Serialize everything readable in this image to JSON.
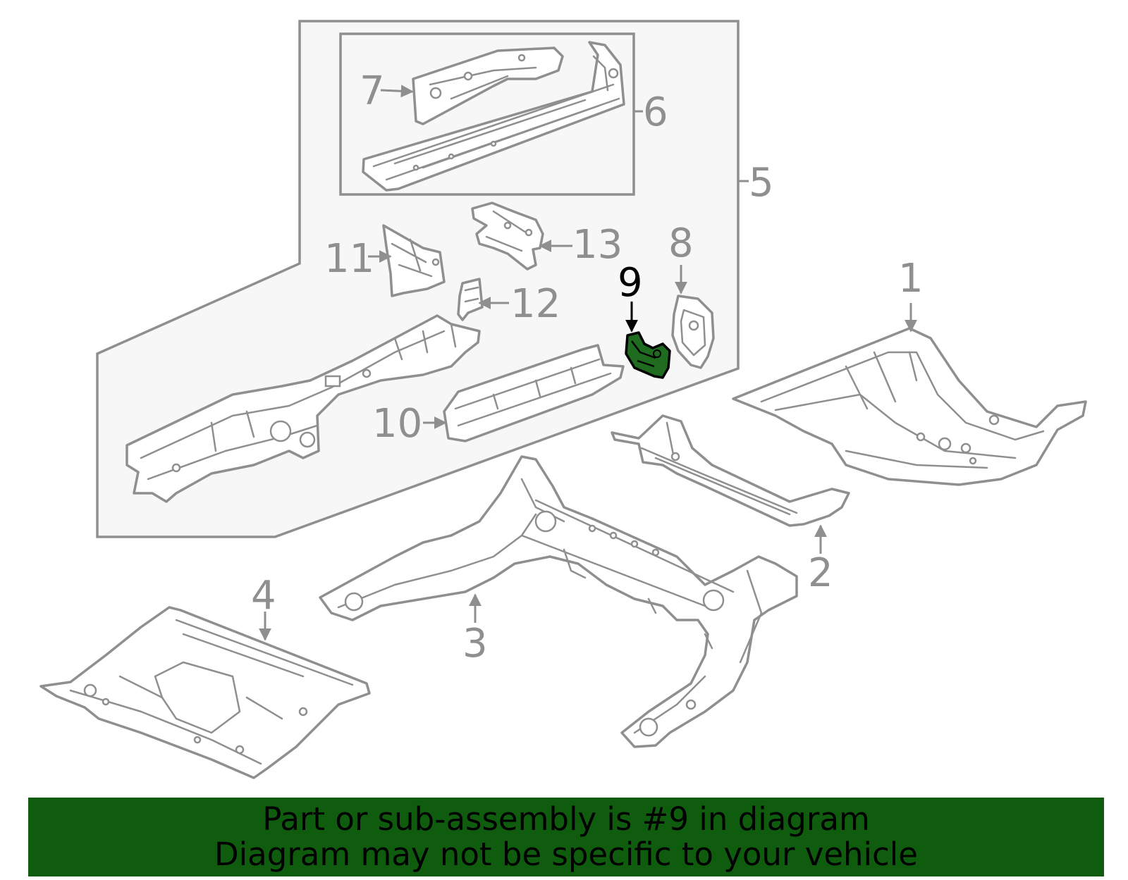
{
  "callouts": {
    "c1": "1",
    "c2": "2",
    "c3": "3",
    "c4": "4",
    "c5": "5",
    "c6": "6",
    "c7": "7",
    "c8": "8",
    "c9": "9",
    "c10": "10",
    "c11": "11",
    "c12": "12",
    "c13": "13"
  },
  "highlight": {
    "part": "9",
    "color": "#1f6b1f"
  },
  "banner": {
    "line1": "Part or sub-assembly is #9 in diagram",
    "line2": "Diagram may not be specific to your vehicle",
    "background": "#0f5c0f"
  }
}
